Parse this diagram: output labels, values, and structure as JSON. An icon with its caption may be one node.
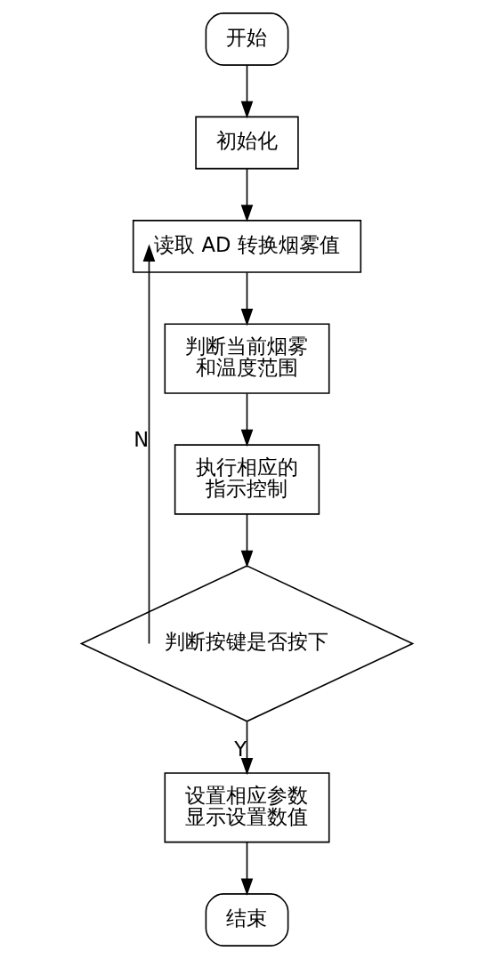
{
  "diagram": {
    "nodes": [
      {
        "text": [
          "开始"
        ]
      },
      {
        "text": [
          "初始化"
        ]
      },
      {
        "text": [
          "读取 AD 转换烟雾值"
        ]
      },
      {
        "text": [
          "判断当前烟雾和温度范围"
        ]
      },
      {
        "text": [
          "执行相应的指示控制"
        ]
      },
      {
        "text": [
          "判断按键是否按下"
        ]
      },
      {
        "text": [
          "设置相应参数显示设置数值"
        ]
      },
      {
        "text": [
          "结束"
        ]
      }
    ],
    "edges": [
      {
        "from": 0,
        "to": 1,
        "arrow": "to"
      },
      {
        "from": 1,
        "to": 2,
        "arrow": "to"
      },
      {
        "from": 2,
        "to": 3,
        "arrow": "to"
      },
      {
        "from": 3,
        "to": 4,
        "arrow": "to"
      },
      {
        "from": 4,
        "to": 5,
        "arrow": "to"
      },
      {
        "from": 5,
        "to": 2,
        "arrow": "to",
        "label": "N"
      },
      {
        "from": 5,
        "to": 6,
        "arrow": "to",
        "label": "Y"
      },
      {
        "from": 6,
        "to": 7,
        "arrow": "to"
      }
    ]
  }
}
